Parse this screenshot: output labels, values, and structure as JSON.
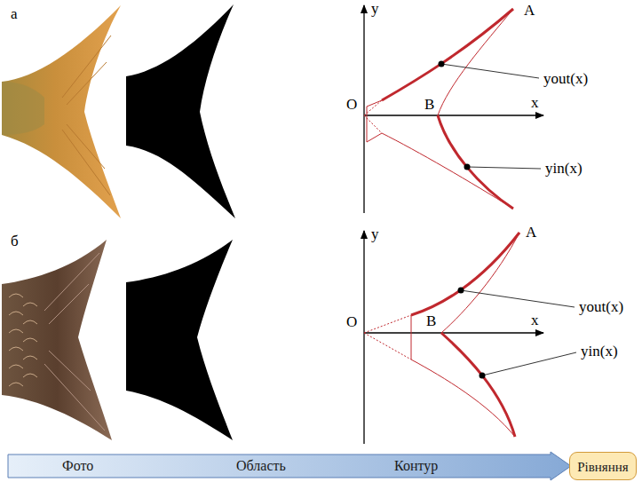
{
  "diagram": {
    "nodes": [
      {
        "text": [
          "Фото",
          "Область",
          "Контур"
        ]
      },
      {
        "text": [
          "Рівняння"
        ]
      }
    ],
    "labels": [
      "а",
      "y",
      "A",
      "O",
      "x",
      "B",
      "yout(x)",
      "yin(x)",
      "б",
      "y",
      "A",
      "O",
      "x",
      "B",
      "yout(x)",
      "yin(x)"
    ]
  }
}
